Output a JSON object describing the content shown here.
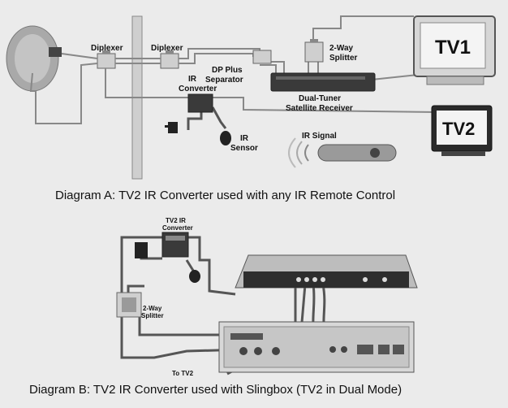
{
  "diagram_a": {
    "labels": {
      "diplexer_left": "Diplexer",
      "diplexer_right": "Diplexer",
      "splitter_line1": "2-Way",
      "splitter_line2": "Splitter",
      "dp_line1": "DP Plus",
      "dp_line2": "Separator",
      "irconv_line1": "IR",
      "irconv_line2": "Converter",
      "receiver_line1": "Dual-Tuner",
      "receiver_line2": "Satellite Receiver",
      "tv1": "TV1",
      "tv2": "TV2",
      "irsensor_line1": "IR",
      "irsensor_line2": "Sensor",
      "irsignal": "IR Signal"
    },
    "caption": "Diagram A: TV2 IR Converter used with any IR Remote Control"
  },
  "diagram_b": {
    "labels": {
      "irconv_line1": "TV2 IR",
      "irconv_line2": "Converter",
      "splitter_line1": "2-Way",
      "splitter_line2": "Splitter",
      "to_tv2": "To TV2"
    },
    "caption": "Diagram B: TV2 IR Converter used with Slingbox (TV2 in Dual Mode)"
  },
  "colors": {
    "background": "#ebebeb",
    "device": "#3a3a3a",
    "wire": "#555555"
  }
}
